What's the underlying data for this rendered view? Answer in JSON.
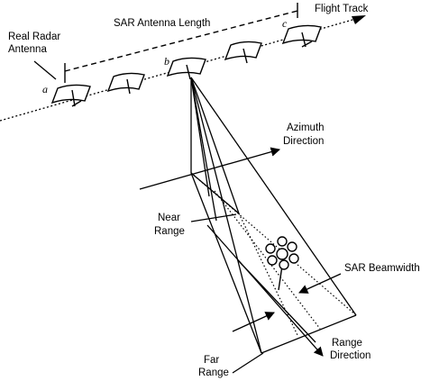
{
  "labels": {
    "sar_antenna_length": "SAR Antenna Length",
    "flight_track": "Flight Track",
    "real_radar_line1": "Real Radar",
    "real_radar_line2": "Antenna",
    "pos_a": "a",
    "pos_b": "b",
    "pos_c": "c",
    "azimuth_line1": "Azimuth",
    "azimuth_line2": "Direction",
    "near_line1": "Near",
    "near_line2": "Range",
    "sar_beamwidth": "SAR Beamwidth",
    "range_line1": "Range",
    "range_line2": "Direction",
    "far_line1": "Far",
    "far_line2": "Range"
  },
  "colors": {
    "ink": "#000000",
    "background": "#ffffff"
  }
}
